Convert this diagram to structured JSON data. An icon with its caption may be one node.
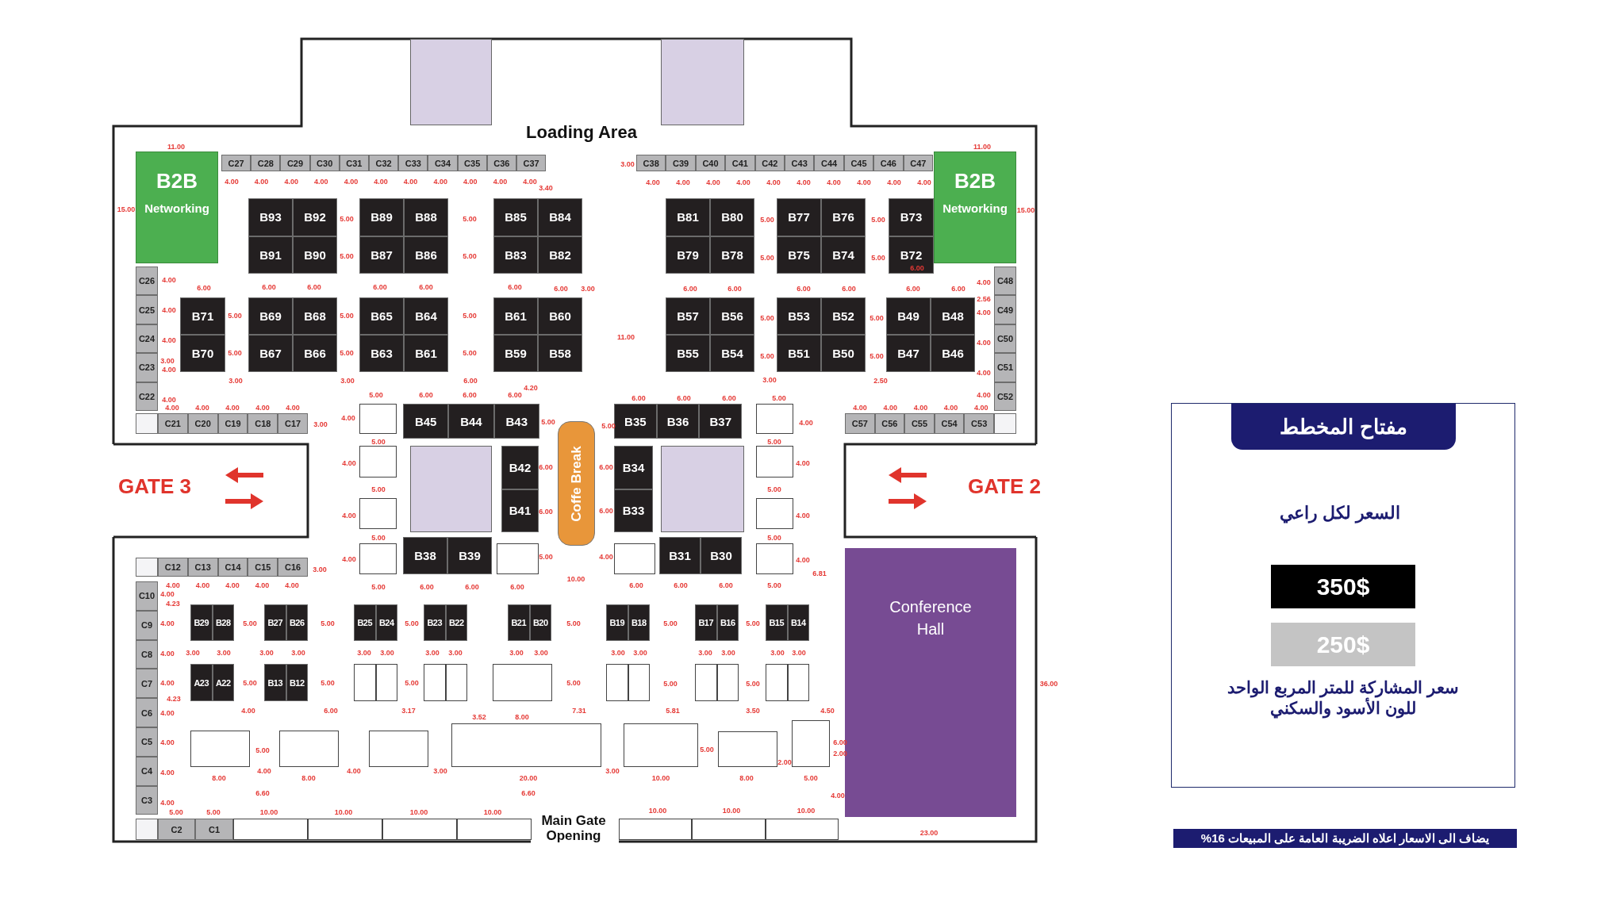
{
  "diagram": {
    "nodes": [
      {
        "text": [],
        "shape": "box"
      },
      {
        "text": [],
        "shape": "box"
      },
      {
        "text": [
          "B2B",
          "Networking"
        ]
      },
      {
        "text": [
          "C27"
        ]
      },
      {
        "text": [
          "C28"
        ]
      },
      {
        "text": [
          "C29"
        ]
      },
      {
        "text": [
          "C30"
        ]
      },
      {
        "text": [
          "C31"
        ]
      },
      {
        "text": [
          "C32"
        ]
      },
      {
        "text": [
          "C33"
        ]
      },
      {
        "text": [
          "C34"
        ]
      },
      {
        "text": [
          "C35"
        ]
      },
      {
        "text": [
          "C36"
        ]
      },
      {
        "text": [
          "C37"
        ]
      },
      {
        "text": [
          "C38"
        ]
      },
      {
        "text": [
          "C39"
        ]
      },
      {
        "text": [
          "C40"
        ]
      },
      {
        "text": [
          "C41"
        ]
      },
      {
        "text": [
          "C42"
        ]
      },
      {
        "text": [
          "C43"
        ]
      },
      {
        "text": [
          "C44"
        ]
      },
      {
        "text": [
          "C45"
        ]
      },
      {
        "text": [
          "C46"
        ]
      },
      {
        "text": [
          "C47"
        ]
      },
      {
        "text": [
          "B2B",
          "Networking"
        ]
      },
      {
        "text": [
          "B93"
        ]
      },
      {
        "text": [
          "B92"
        ]
      },
      {
        "text": [
          "B91"
        ]
      },
      {
        "text": [
          "B90"
        ]
      },
      {
        "text": [
          "B89"
        ]
      },
      {
        "text": [
          "B88"
        ]
      },
      {
        "text": [
          "B87"
        ]
      },
      {
        "text": [
          "B86"
        ]
      },
      {
        "text": [
          "B85"
        ]
      },
      {
        "text": [
          "B84"
        ]
      },
      {
        "text": [
          "B83"
        ]
      },
      {
        "text": [
          "B82"
        ]
      },
      {
        "text": [
          "B81"
        ]
      },
      {
        "text": [
          "B80"
        ]
      },
      {
        "text": [
          "B79"
        ]
      },
      {
        "text": [
          "B78"
        ]
      },
      {
        "text": [
          "B77"
        ]
      },
      {
        "text": [
          "B76"
        ]
      },
      {
        "text": [
          "B75"
        ]
      },
      {
        "text": [
          "B74"
        ]
      },
      {
        "text": [
          "B73"
        ]
      },
      {
        "text": [
          "B72"
        ]
      },
      {
        "text": [
          "C26"
        ]
      },
      {
        "text": [
          "C25"
        ]
      },
      {
        "text": [
          "C24"
        ]
      },
      {
        "text": [
          "C23"
        ]
      },
      {
        "text": [
          "C22"
        ]
      },
      {
        "text": [
          "C48"
        ]
      },
      {
        "text": [
          "C49"
        ]
      },
      {
        "text": [
          "C50"
        ]
      },
      {
        "text": [
          "C51"
        ]
      },
      {
        "text": [
          "C52"
        ]
      },
      {
        "text": [
          "B71"
        ]
      },
      {
        "text": [
          "B70"
        ]
      },
      {
        "text": [
          "B69"
        ]
      },
      {
        "text": [
          "B68"
        ]
      },
      {
        "text": [
          "B67"
        ]
      },
      {
        "text": [
          "B66"
        ]
      },
      {
        "text": [
          "B65"
        ]
      },
      {
        "text": [
          "B64"
        ]
      },
      {
        "text": [
          "B63"
        ]
      },
      {
        "text": [
          "B61"
        ]
      },
      {
        "text": [
          "B61"
        ]
      },
      {
        "text": [
          "B60"
        ]
      },
      {
        "text": [
          "B59"
        ]
      },
      {
        "text": [
          "B58"
        ]
      },
      {
        "text": [
          "B57"
        ]
      },
      {
        "text": [
          "B56"
        ]
      },
      {
        "text": [
          "B55"
        ]
      },
      {
        "text": [
          "B54"
        ]
      },
      {
        "text": [
          "B53"
        ]
      },
      {
        "text": [
          "B52"
        ]
      },
      {
        "text": [
          "B51"
        ]
      },
      {
        "text": [
          "B50"
        ]
      },
      {
        "text": [
          "B49"
        ]
      },
      {
        "text": [
          "B48"
        ]
      },
      {
        "text": [
          "B47"
        ]
      },
      {
        "text": [
          "B46"
        ]
      },
      {
        "text": [],
        "shape": "box"
      },
      {
        "text": [
          "C21"
        ]
      },
      {
        "text": [
          "C20"
        ]
      },
      {
        "text": [
          "C19"
        ]
      },
      {
        "text": [
          "C18"
        ]
      },
      {
        "text": [
          "C17"
        ]
      },
      {
        "text": [
          "C57"
        ]
      },
      {
        "text": [
          "C56"
        ]
      },
      {
        "text": [
          "C55"
        ]
      },
      {
        "text": [
          "C54"
        ]
      },
      {
        "text": [
          "C53"
        ]
      },
      {
        "text": [],
        "shape": "box"
      },
      {
        "text": [],
        "shape": "box"
      },
      {
        "text": [
          "B45"
        ]
      },
      {
        "text": [
          "B44"
        ]
      },
      {
        "text": [
          "B43"
        ]
      },
      {
        "text": [
          "Coffe Break"
        ]
      },
      {
        "text": [
          "B35"
        ]
      },
      {
        "text": [
          "B36"
        ]
      },
      {
        "text": [
          "B37"
        ]
      },
      {
        "text": [],
        "shape": "box"
      },
      {
        "text": [],
        "shape": "box"
      },
      {
        "text": [],
        "shape": "box"
      },
      {
        "text": [
          "B42"
        ]
      },
      {
        "text": [
          "B41"
        ]
      },
      {
        "text": [
          "B34"
        ]
      },
      {
        "text": [
          "B33"
        ]
      },
      {
        "text": [],
        "shape": "box"
      },
      {
        "text": [],
        "shape": "box"
      },
      {
        "text": [],
        "shape": "box"
      },
      {
        "text": [],
        "shape": "box"
      },
      {
        "text": [],
        "shape": "box"
      },
      {
        "text": [
          "B38"
        ]
      },
      {
        "text": [
          "B39"
        ]
      },
      {
        "text": [],
        "shape": "box"
      },
      {
        "text": [],
        "shape": "box"
      },
      {
        "text": [
          "B31"
        ]
      },
      {
        "text": [
          "B30"
        ]
      },
      {
        "text": [],
        "shape": "box"
      },
      {
        "text": [],
        "shape": "box"
      },
      {
        "text": [
          "C12"
        ]
      },
      {
        "text": [
          "C13"
        ]
      },
      {
        "text": [
          "C14"
        ]
      },
      {
        "text": [
          "C15"
        ]
      },
      {
        "text": [
          "C16"
        ]
      },
      {
        "text": [
          "Conference Hall"
        ]
      },
      {
        "text": [
          "C10"
        ]
      },
      {
        "text": [
          "C9"
        ]
      },
      {
        "text": [
          "C8"
        ]
      },
      {
        "text": [
          "C7"
        ]
      },
      {
        "text": [
          "C6"
        ]
      },
      {
        "text": [
          "C5"
        ]
      },
      {
        "text": [
          "C4"
        ]
      },
      {
        "text": [
          "C3"
        ]
      },
      {
        "text": [
          "B29"
        ]
      },
      {
        "text": [
          "B28"
        ]
      },
      {
        "text": [
          "B27"
        ]
      },
      {
        "text": [
          "B26"
        ]
      },
      {
        "text": [
          "B25"
        ]
      },
      {
        "text": [
          "B24"
        ]
      },
      {
        "text": [
          "B23"
        ]
      },
      {
        "text": [
          "B22"
        ]
      },
      {
        "text": [
          "B21"
        ]
      },
      {
        "text": [
          "B20"
        ]
      },
      {
        "text": [
          "B19"
        ]
      },
      {
        "text": [
          "B18"
        ]
      },
      {
        "text": [
          "B17"
        ]
      },
      {
        "text": [
          "B16"
        ]
      },
      {
        "text": [
          "B15"
        ]
      },
      {
        "text": [
          "B14"
        ]
      },
      {
        "text": [
          "A23"
        ]
      },
      {
        "text": [
          "A22"
        ]
      },
      {
        "text": [
          "B13"
        ]
      },
      {
        "text": [
          "B12"
        ]
      },
      {
        "text": [],
        "shape": "box"
      },
      {
        "text": [],
        "shape": "box"
      },
      {
        "text": [],
        "shape": "box"
      },
      {
        "text": [],
        "shape": "box"
      },
      {
        "text": [],
        "shape": "box"
      },
      {
        "text": [],
        "shape": "box"
      },
      {
        "text": [],
        "shape": "box"
      },
      {
        "text": [],
        "shape": "box"
      },
      {
        "text": [],
        "shape": "box"
      },
      {
        "text": [],
        "shape": "box"
      },
      {
        "text": [],
        "shape": "box"
      },
      {
        "text": [],
        "shape": "box"
      },
      {
        "text": [],
        "shape": "box"
      },
      {
        "text": [],
        "shape": "box"
      },
      {
        "text": [],
        "shape": "box"
      },
      {
        "text": [],
        "shape": "box"
      },
      {
        "text": [],
        "shape": "box"
      },
      {
        "text": [],
        "shape": "box"
      },
      {
        "text": [],
        "shape": "box"
      },
      {
        "text": [
          "C2"
        ]
      },
      {
        "text": [
          "C1"
        ]
      },
      {
        "text": [],
        "shape": "box"
      },
      {
        "text": [],
        "shape": "box"
      },
      {
        "text": [],
        "shape": "box"
      },
      {
        "text": [],
        "shape": "box"
      },
      {
        "text": [],
        "shape": "box"
      },
      {
        "text": [],
        "shape": "box"
      },
      {
        "text": [],
        "shape": "box"
      },
      {
        "text": [],
        "shape": "box"
      },
      {
        "text": [
          "مفتاح المخطط"
        ],
        "in": 185
      },
      {
        "text": [
          "يضاف الى الاسعار اعلاه الضريبة العامة على المبيعات 16%"
        ]
      }
    ],
    "labels": [
      "Loading Area",
      "GATE 3",
      "GATE 2",
      "Main Gate Opening",
      "السعر لكل راعي",
      "سعر المشاركة للمتر المربع الواحد للون الأسود والسكني",
      "11.00",
      "15.00",
      "4.00",
      "4.00",
      "4.00",
      "4.00",
      "4.00",
      "4.00",
      "4.00",
      "4.00",
      "4.00",
      "4.00",
      "4.00",
      "3.40",
      "4.00",
      "4.00",
      "4.00",
      "4.00",
      "4.00",
      "6.00",
      "6.00",
      "6.00",
      "6.00",
      "6.00",
      "6.00",
      "6.00",
      "3.00",
      "5.00",
      "5.00",
      "5.00",
      "5.00",
      "5.00",
      "5.00",
      "5.00",
      "5.00",
      "5.00",
      "5.00",
      "3.00",
      "3.00",
      "3.00",
      "6.00",
      "4.20",
      "5.00",
      "6.00",
      "6.00",
      "6.00",
      "4.00",
      "4.00",
      "4.00",
      "4.00",
      "4.00",
      "3.00",
      "4.00",
      "5.00",
      "3.00",
      "4.00",
      "4.00",
      "4.00",
      "4.00",
      "4.00",
      "4.00",
      "4.00",
      "4.00",
      "4.00",
      "4.00",
      "11.00",
      "15.00",
      "5.00",
      "5.00",
      "5.00",
      "5.00",
      "6.00",
      "6.00",
      "6.00",
      "6.00",
      "6.00",
      "6.00",
      "6.00",
      "4.00",
      "2.56",
      "4.00",
      "4.00",
      "4.00",
      "4.00",
      "11.00",
      "5.00",
      "5.00",
      "5.00",
      "5.00",
      "3.00",
      "2.50",
      "6.00",
      "6.00",
      "6.00",
      "5.00",
      "4.00",
      "4.00",
      "4.00",
      "4.00",
      "4.00",
      "5.00",
      "4.00",
      "5.00",
      "4.00",
      "5.00",
      "4.00",
      "5.00",
      "4.00",
      "6.00",
      "6.00",
      "5.00",
      "10.00",
      "5.00",
      "6.00",
      "6.00",
      "6.00",
      "3.00",
      "4.00",
      "4.00",
      "4.00",
      "4.00",
      "4.00",
      "6.00",
      "6.00",
      "4.00",
      "5.00",
      "4.00",
      "5.00",
      "4.00",
      "5.00",
      "4.00",
      "6.81",
      "6.00",
      "6.00",
      "6.00",
      "5.00",
      "4.00",
      "4.23",
      "4.00",
      "4.00",
      "4.00",
      "4.00",
      "4.00",
      "4.00",
      "4.00",
      "4.23",
      "5.00",
      "5.00",
      "5.00",
      "5.00",
      "5.00",
      "5.00",
      "5.00",
      "5.00",
      "5.00",
      "5.00",
      "5.00",
      "5.00",
      "3.00",
      "3.00",
      "3.00",
      "3.00",
      "3.00",
      "3.00",
      "3.00",
      "3.00",
      "3.00",
      "3.00",
      "3.00",
      "3.00",
      "3.00",
      "3.00",
      "3.00",
      "3.00",
      "4.00",
      "6.00",
      "3.17",
      "3.52",
      "8.00",
      "7.31",
      "5.81",
      "3.50",
      "4.50",
      "5.00",
      "4.00",
      "4.00",
      "3.00",
      "3.00",
      "8.00",
      "8.00",
      "20.00",
      "10.00",
      "5.00",
      "8.00",
      "2.00",
      "5.00",
      "6.00",
      "2.00",
      "4.00",
      "6.60",
      "6.60",
      "5.00",
      "5.00",
      "10.00",
      "10.00",
      "10.00",
      "10.00",
      "10.00",
      "10.00",
      "10.00",
      "36.00",
      "23.00"
    ],
    "legend": [
      {
        "text": "350$",
        "color": "#000000"
      },
      {
        "text": "250$",
        "color": "#c4c4c4"
      }
    ]
  }
}
